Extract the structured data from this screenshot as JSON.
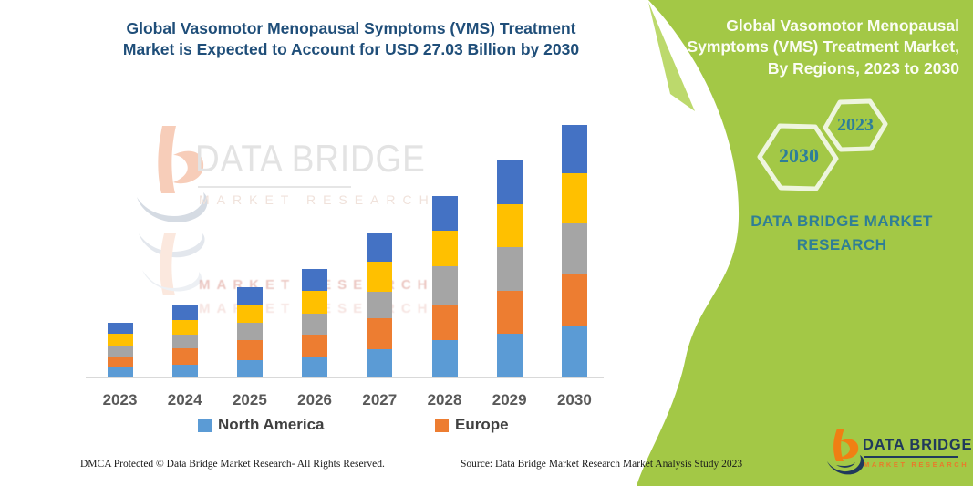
{
  "header": {
    "title_line1": "Global Vasomotor Menopausal Symptoms (VMS) Treatment",
    "title_line2": "Market is Expected to Account for USD 27.03 Billion by 2030",
    "title_color": "#1F4E79"
  },
  "side_panel": {
    "bg_color": "#A3C846",
    "title_lines": [
      "Global Vasomotor Menopausal",
      "Symptoms (VMS) Treatment Market,",
      "By Regions, 2023 to 2030"
    ],
    "hexagons": [
      {
        "label": "2030"
      },
      {
        "label": "2023"
      }
    ],
    "hexagon_outline_color": "#EEF5DE",
    "hexagon_text_color": "#2E7E99",
    "brand_line1": "DATA BRIDGE MARKET",
    "brand_line2": "RESEARCH",
    "brand_color": "#2F7E96"
  },
  "watermark": {
    "line1": "DATA BRIDGE",
    "line2": "MARKET RESEARCH",
    "echo1": "MARKET RESEARCH",
    "echo2": "MARKET RESEARCH"
  },
  "logo": {
    "name_top": "DATA BRIDGE",
    "name_bottom": "MARKET RESEARCH",
    "navy": "#20395C",
    "orange": "#F07F13"
  },
  "chart_data": {
    "type": "bar",
    "stacked": true,
    "title": "Global Vasomotor Menopausal Symptoms (VMS) Treatment Market, By Regions, 2023 to 2030",
    "unit": "USD Billion",
    "callout_total_2030": 27.03,
    "categories": [
      "2023",
      "2024",
      "2025",
      "2026",
      "2027",
      "2028",
      "2029",
      "2030"
    ],
    "series": [
      {
        "name": "North America",
        "color": "#5B9BD5",
        "in_legend": true,
        "values": [
          1.07,
          1.37,
          1.86,
          2.25,
          3.03,
          4.01,
          4.69,
          5.57
        ]
      },
      {
        "name": "Europe",
        "color": "#ED7D31",
        "in_legend": true,
        "values": [
          1.17,
          1.76,
          2.15,
          2.34,
          3.36,
          3.81,
          4.59,
          5.47
        ]
      },
      {
        "name": "",
        "color": "#A5A5A5",
        "in_legend": false,
        "values": [
          1.17,
          1.47,
          1.86,
          2.25,
          2.83,
          4.1,
          4.69,
          5.47
        ]
      },
      {
        "name": "",
        "color": "#FFC000",
        "in_legend": false,
        "values": [
          1.27,
          1.56,
          1.86,
          2.44,
          3.22,
          3.81,
          4.59,
          5.37
        ]
      },
      {
        "name": "",
        "color": "#4472C4",
        "in_legend": false,
        "values": [
          1.2,
          1.56,
          1.89,
          2.34,
          3.03,
          3.71,
          4.79,
          5.15
        ]
      }
    ],
    "totals": [
      5.88,
      7.72,
      9.62,
      11.62,
      15.47,
      19.44,
      23.35,
      27.03
    ],
    "ylim": [
      0,
      28
    ],
    "grid": false,
    "legend_position": "bottom",
    "axis_label_color": "#595959"
  },
  "legend": {
    "items": [
      {
        "label": "North America",
        "color": "#5B9BD5"
      },
      {
        "label": "Europe",
        "color": "#ED7D31"
      }
    ]
  },
  "footer": {
    "left": "DMCA Protected © Data Bridge Market Research-  All Rights Reserved.",
    "right": "Source: Data Bridge Market Research  Market Analysis Study 2023"
  }
}
